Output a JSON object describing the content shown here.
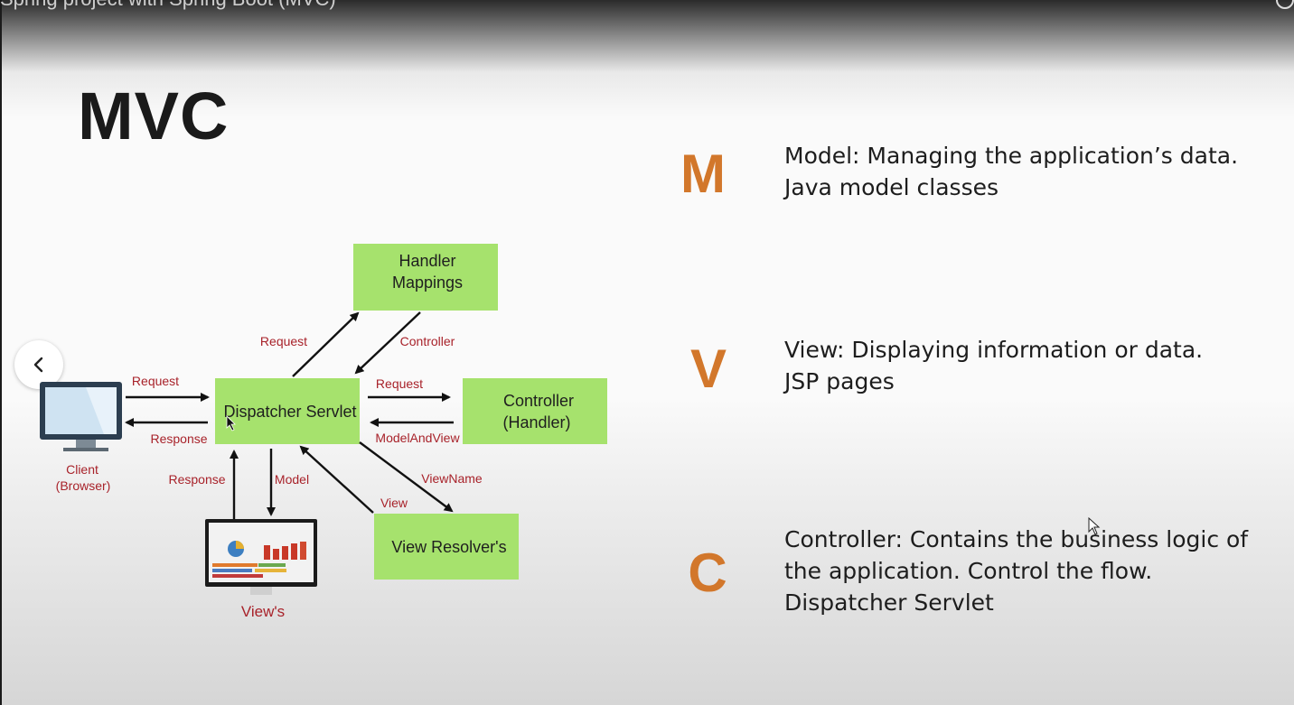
{
  "window": {
    "title_partial": "Spring project with Spring Boot (MVC)"
  },
  "slide": {
    "title": "MVC",
    "nav": {
      "prev_icon": "chevron-left-icon"
    }
  },
  "diagram": {
    "boxes": {
      "handler_mappings": [
        "Handler",
        "Mappings"
      ],
      "dispatcher": "Dispatcher Servlet",
      "controller": [
        "Controller",
        "(Handler)"
      ],
      "view_resolver": "View Resolver's"
    },
    "client_label": [
      "Client",
      "(Browser)"
    ],
    "views_label": "View's",
    "arrows": {
      "client_request": "Request",
      "client_response": "Response",
      "to_handler_request": "Request",
      "from_handler_controller": "Controller",
      "to_controller_request": "Request",
      "from_controller": "ModelAndView",
      "to_resolver": "ViewName",
      "from_resolver": "View",
      "to_view_model": "Model",
      "view_response": "Response"
    },
    "colors": {
      "box": "#a6e26d",
      "arrow_text": "#a8222a",
      "letter": "#d2772b"
    }
  },
  "mvc": [
    {
      "letter": "M",
      "lines": [
        "Model: Managing the application’s data.",
        "Java model classes"
      ]
    },
    {
      "letter": "V",
      "lines": [
        "View: Displaying information or data.",
        "JSP pages"
      ]
    },
    {
      "letter": "C",
      "lines": [
        "Controller: Contains the business logic of",
        "the application. Control the flow.",
        "Dispatcher Servlet"
      ]
    }
  ]
}
